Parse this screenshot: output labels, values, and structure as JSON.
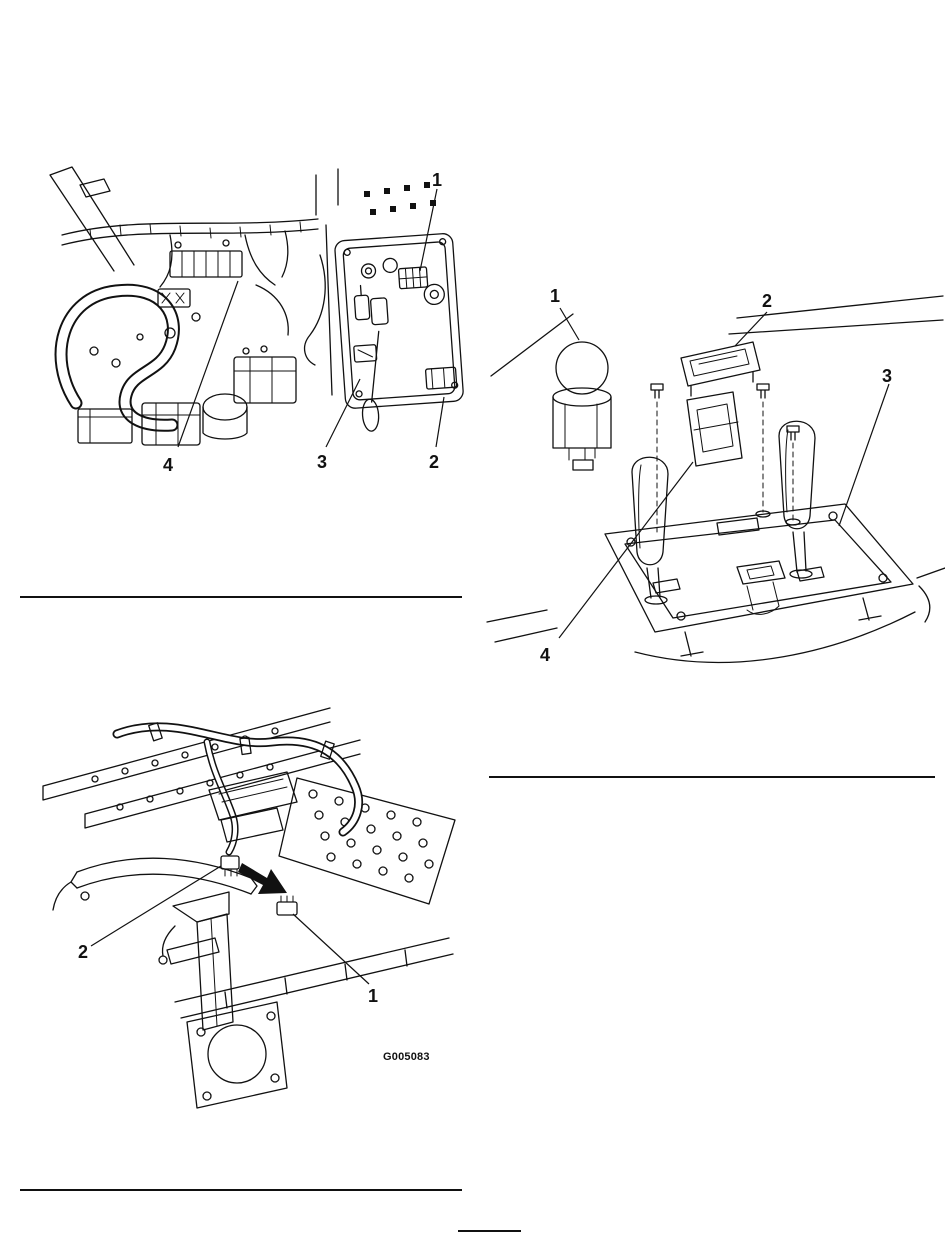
{
  "page": {
    "background_color": "#ffffff",
    "ink_color": "#111111"
  },
  "figure1": {
    "name": "engine-compartment-electrical-panel-diagram",
    "callouts": {
      "c1": "1",
      "c2": "2",
      "c3": "3",
      "c4": "4"
    }
  },
  "figure2": {
    "name": "control-console-levers-switches-diagram",
    "callouts": {
      "c1": "1",
      "c2": "2",
      "c3": "3",
      "c4": "4"
    }
  },
  "figure3": {
    "name": "frame-wire-harness-connector-diagram",
    "callouts": {
      "c1": "1",
      "c2": "2"
    },
    "caption": "G005083"
  }
}
